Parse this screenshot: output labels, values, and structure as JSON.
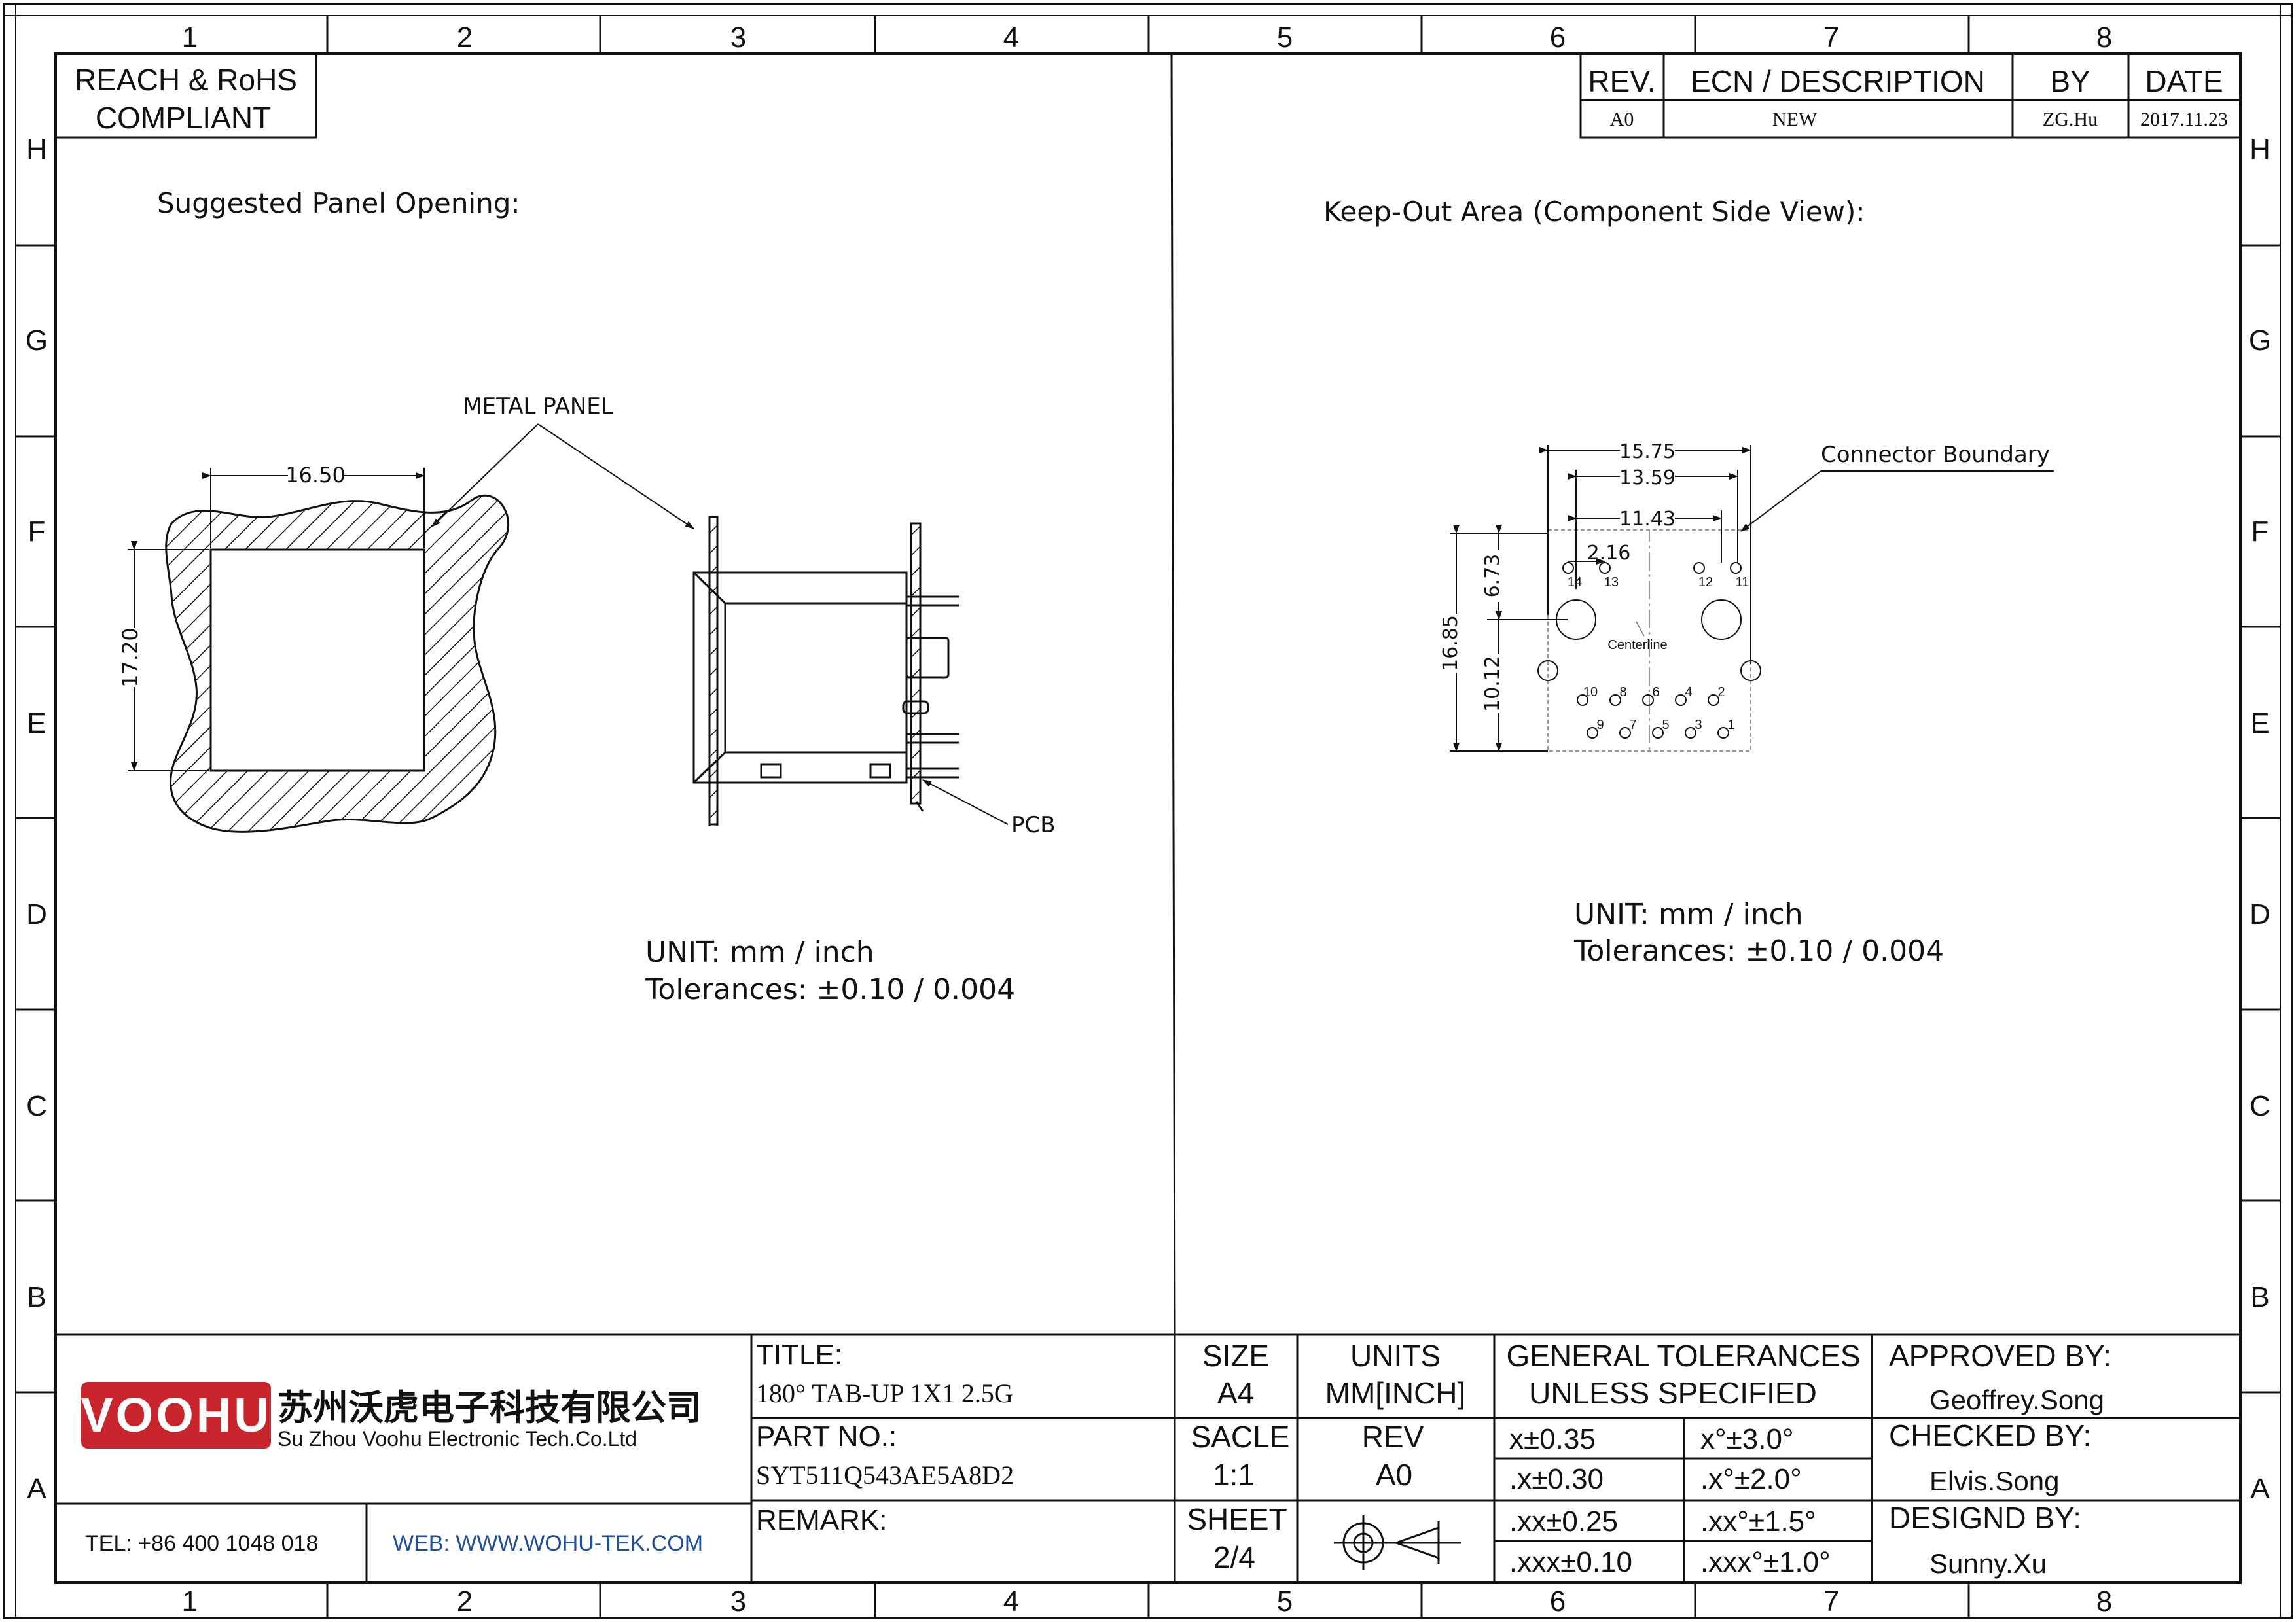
{
  "border": {
    "columns": [
      "1",
      "2",
      "3",
      "4",
      "5",
      "6",
      "7",
      "8"
    ],
    "rows": [
      "H",
      "G",
      "F",
      "E",
      "D",
      "C",
      "B",
      "A"
    ]
  },
  "compliance": {
    "line1": "REACH & RoHS",
    "line2": "COMPLIANT"
  },
  "revision_table": {
    "headers": {
      "rev": "REV.",
      "ecn": "ECN / DESCRIPTION",
      "by": "BY",
      "date": "DATE"
    },
    "row": {
      "rev": "A0",
      "ecn": "NEW",
      "by": "ZG.Hu",
      "date": "2017.11.23"
    }
  },
  "left_view": {
    "title": "Suggested Panel Opening:",
    "metal_panel_label": "METAL PANEL",
    "pcb_label": "PCB",
    "dim_width": "16.50",
    "dim_height": "17.20",
    "unit_text": "UNIT:  mm  /  inch",
    "tolerance_text": "Tolerances:  ±0.10  /  0.004"
  },
  "right_view": {
    "title": "Keep-Out Area (Component Side View):",
    "boundary_label": "Connector Boundary",
    "centerline_label": "Centerline",
    "dims": {
      "d1": "15.75",
      "d2": "13.59",
      "d3": "11.43",
      "d4": "2.16",
      "v1": "6.73",
      "v2": "16.85",
      "v3": "10.12"
    },
    "pins_top": [
      "14",
      "13",
      "12",
      "11"
    ],
    "pins_row1": [
      "10",
      "8",
      "6",
      "4",
      "2"
    ],
    "pins_row2": [
      "9",
      "7",
      "5",
      "3",
      "1"
    ],
    "unit_text": "UNIT:  mm  /  inch",
    "tolerance_text": "Tolerances:  ±0.10  /  0.004"
  },
  "title_block": {
    "logo_text": "VOOHU",
    "company_cn": "苏州沃虎电子科技有限公司",
    "company_en": "Su Zhou Voohu Electronic Tech.Co.Ltd",
    "tel": "TEL: +86 400 1048 018",
    "web": "WEB: WWW.WOHU-TEK.COM",
    "title_label": "TITLE:",
    "title_value": "180° TAB-UP 1X1 2.5G",
    "part_label": "PART NO.:",
    "part_value": "SYT511Q543AE5A8D2",
    "remark_label": "REMARK:",
    "size_label": "SIZE",
    "size_value": "A4",
    "units_label": "UNITS",
    "units_value": "MM[INCH]",
    "scale_label": "SACLE",
    "scale_value": "1:1",
    "rev_label": "REV",
    "rev_value": "A0",
    "sheet_label": "SHEET",
    "sheet_value": "2/4",
    "gen_tol_line1": "GENERAL TOLERANCES",
    "gen_tol_line2": "UNLESS SPECIFIED",
    "tolerances": [
      [
        "x±0.35",
        "x°±3.0°"
      ],
      [
        ".x±0.30",
        ".x°±2.0°"
      ],
      [
        ".xx±0.25",
        ".xx°±1.5°"
      ],
      [
        ".xxx±0.10",
        ".xxx°±1.0°"
      ]
    ],
    "approved_label": "APPROVED BY:",
    "approved_value": "Geoffrey.Song",
    "checked_label": "CHECKED BY:",
    "checked_value": "Elvis.Song",
    "designed_label": "DESIGND BY:",
    "designed_value": "Sunny.Xu"
  },
  "colors": {
    "brand_red": "#c8262c",
    "link_blue": "#1f4e9b",
    "ink": "#111111"
  }
}
